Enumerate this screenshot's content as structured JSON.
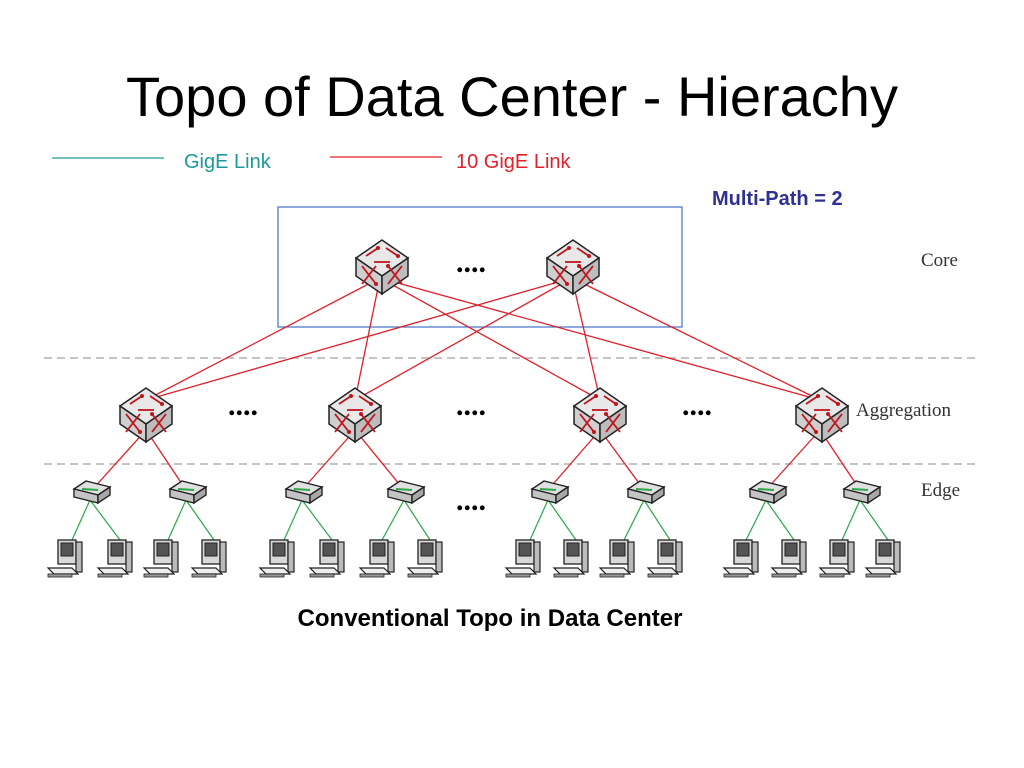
{
  "title": "Topo of Data Center - Hierachy",
  "legend": {
    "gige": {
      "label": "GigE Link",
      "color": "#1a9a9a"
    },
    "ten_gige": {
      "label": "10 GigE Link",
      "color": "#e0202a"
    }
  },
  "multipath_label": "Multi-Path = 2",
  "multipath_color": "#2e3192",
  "tiers": {
    "core": "Core",
    "aggregation": "Aggregation",
    "edge": "Edge"
  },
  "ellipsis": "....",
  "caption": "Conventional Topo in Data Center",
  "colors": {
    "core_box": "#4472c4",
    "tier_divider": "#b0b0b0",
    "edge_to_host_link": "#2aa84a"
  },
  "icons": {
    "core_switch": "router-icon",
    "aggregation_switch": "router-icon",
    "edge_switch": "switch-icon",
    "host": "computer-icon"
  }
}
